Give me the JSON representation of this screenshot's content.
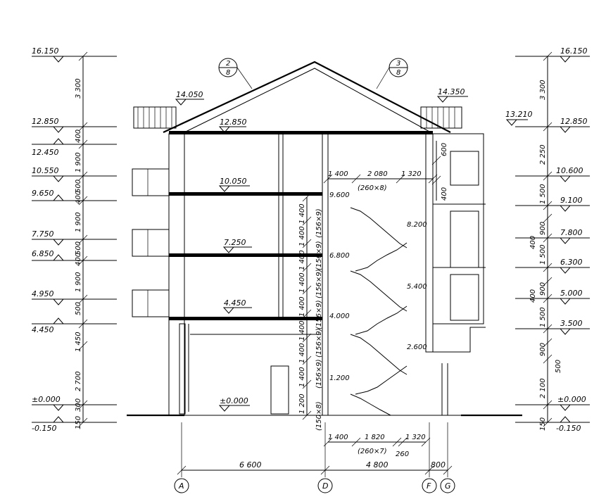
{
  "left_levels": [
    "16.150",
    "12.850",
    "12.450",
    "10.550",
    "9.650",
    "7.750",
    "6.850",
    "4.950",
    "4.450",
    "±0.000",
    "-0.150"
  ],
  "right_levels": [
    "16.150",
    "13.210",
    "12.850",
    "10.600",
    "9.100",
    "7.800",
    "6.300",
    "5.000",
    "3.500",
    "±0.000",
    "-0.150"
  ],
  "left_dims": [
    "3 300",
    "400",
    "1 900",
    "500",
    "400",
    "1 900",
    "500",
    "400",
    "1 900",
    "500",
    "1 450",
    "2 700",
    "300",
    "150"
  ],
  "right_dims": [
    "3 300",
    "2 250",
    "1 500",
    "900",
    "400",
    "1 500",
    "900",
    "400",
    "1 500",
    "900",
    "500",
    "2 100",
    "150"
  ],
  "interior_levels": [
    "14.050",
    "14.350",
    "12.850",
    "10.050",
    "7.250",
    "4.450",
    "±0.000"
  ],
  "landing_levels": [
    "9.600",
    "8.200",
    "6.800",
    "5.400",
    "4.000",
    "2.600",
    "1.200"
  ],
  "stair_heights": [
    "1 400",
    "1 400",
    "1 400",
    "1 400",
    "1 400",
    "1 400",
    "1 400",
    "1 400",
    "1 400",
    "1 200"
  ],
  "stair_counts": [
    "(156×9)",
    "(156×9)",
    "(156×9)",
    "(156×9)",
    "(156×9)",
    "(156×9)",
    "(150×8)"
  ],
  "top_stair_dims": [
    "1 400",
    "2 080",
    "1 320",
    "(260×8)"
  ],
  "window_dims": [
    "600",
    "400"
  ],
  "bottom_stair_dims": [
    "1 400",
    "1 820",
    "1 320",
    "(260×7)",
    "260"
  ],
  "axis_dims": [
    "6 600",
    "4 800",
    "800"
  ],
  "axes": [
    "A",
    "D",
    "F",
    "G"
  ],
  "detail_refs": [
    {
      "num": "2",
      "den": "8"
    },
    {
      "num": "3",
      "den": "8"
    }
  ]
}
